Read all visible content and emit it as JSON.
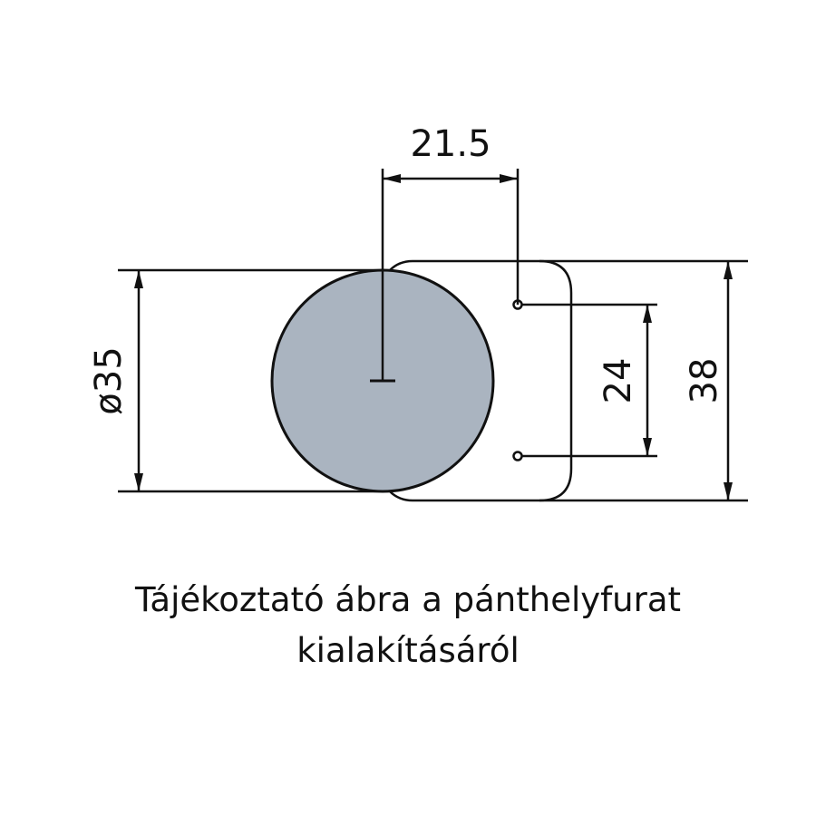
{
  "dimensions": {
    "cup_offset": "21.5",
    "cup_diameter": "ø35",
    "screw_spacing": "24",
    "plate_height": "38"
  },
  "caption": {
    "line1": "Tájékoztató ábra a pánthelyfurat",
    "line2": "kialakításáról"
  },
  "colors": {
    "cup_fill": "#aab4c0",
    "line": "#111111"
  }
}
